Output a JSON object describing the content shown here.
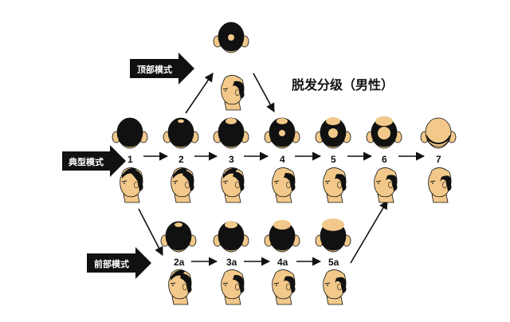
{
  "title": "脱发分级（男性）",
  "labels": {
    "vertex": "顶部模式",
    "typical": "典型模式",
    "frontal": "前部模式"
  },
  "typical_stages": [
    "1",
    "2",
    "3",
    "4",
    "5",
    "6",
    "7"
  ],
  "frontal_stages": [
    "2a",
    "3a",
    "4a",
    "5a"
  ],
  "colors": {
    "skin": "#f2c98a",
    "hair": "#111111",
    "line": "#111111",
    "background": "#ffffff"
  }
}
